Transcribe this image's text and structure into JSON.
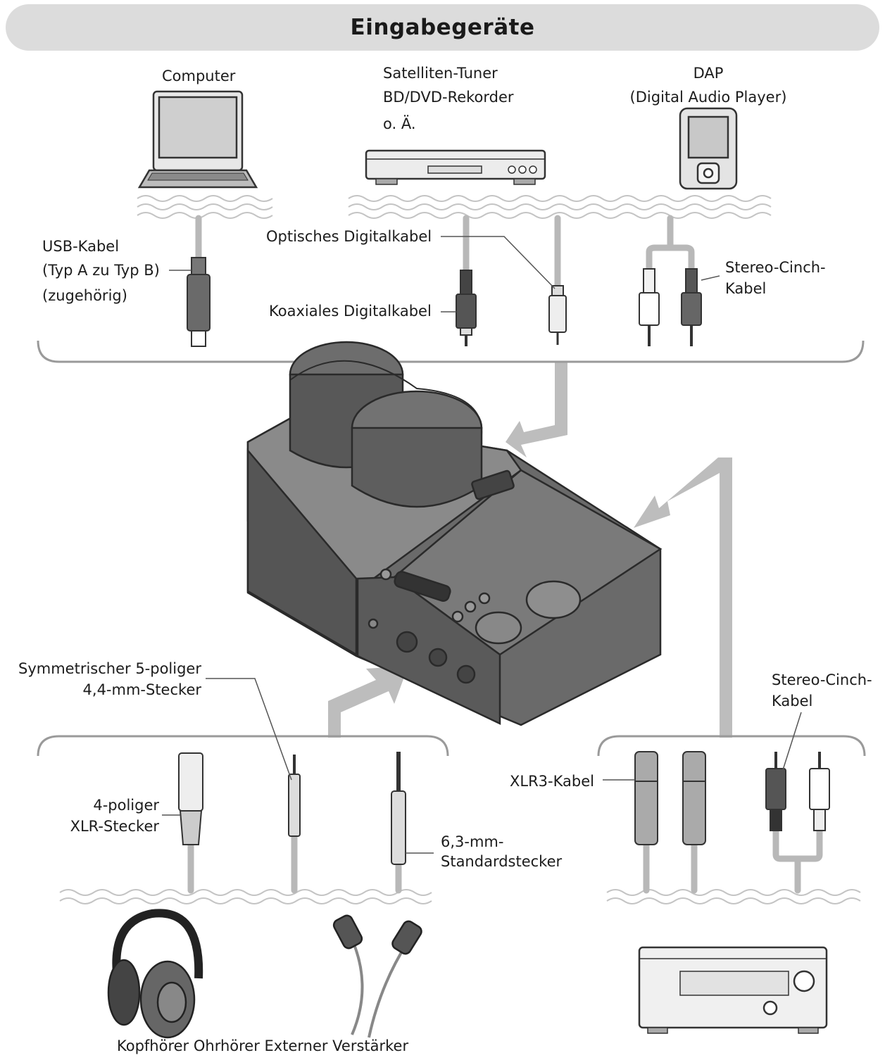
{
  "title": "Eingabegeräte",
  "inputs": {
    "computer": "Computer",
    "tuner": [
      "Satelliten-Tuner",
      "BD/DVD-Rekorder",
      "o. Ä."
    ],
    "dap": [
      "DAP",
      "(Digital Audio Player)"
    ]
  },
  "input_cables": {
    "usb": [
      "USB-Kabel",
      "(Typ A zu Typ B)",
      "(zugehörig)"
    ],
    "optical": "Optisches Digitalkabel",
    "coaxial": "Koaxiales Digitalkabel",
    "stereo_cinch": [
      "Stereo-Cinch-",
      "Kabel"
    ]
  },
  "outputs": {
    "balanced_plug": [
      "Symmetrischer 5-poliger",
      "4,4-mm-Stecker"
    ],
    "xlr4": [
      "4-poliger",
      "XLR-Stecker"
    ],
    "phone_plug": [
      "6,3-mm-",
      "Standardstecker"
    ],
    "xlr3": "XLR3-Kabel",
    "stereo_cinch": [
      "Stereo-Cinch-",
      "Kabel"
    ]
  },
  "footer": "Kopfhörer Ohrhörer Externer Verstärker"
}
